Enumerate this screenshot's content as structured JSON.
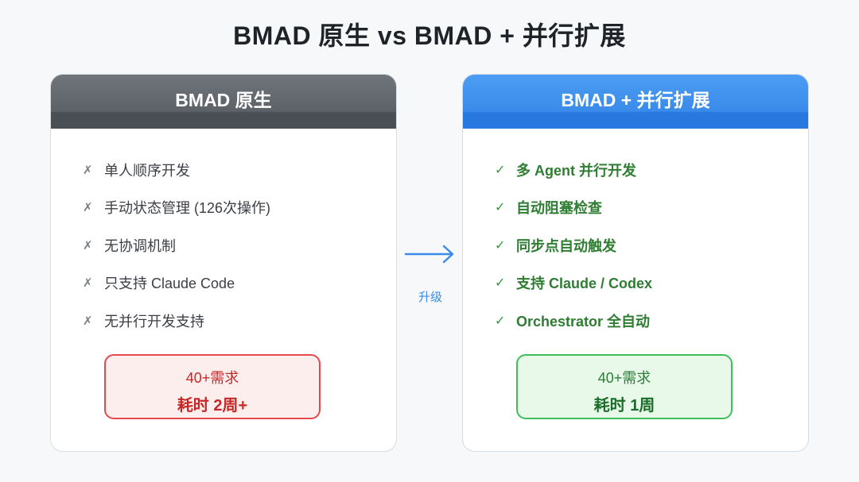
{
  "title": "BMAD 原生 vs BMAD + 并行扩展",
  "left_card": {
    "header": "BMAD 原生",
    "mark_icon": "cross-mark-icon",
    "mark_glyph": "✗",
    "items": [
      "单人顺序开发",
      "手动状态管理 (126次操作)",
      "无协调机制",
      "只支持 Claude Code",
      "无并行开发支持"
    ],
    "summary": {
      "line1": "40+需求",
      "line2": "耗时 2周+"
    },
    "color": "#e5484d"
  },
  "right_card": {
    "header": "BMAD + 并行扩展",
    "mark_icon": "check-mark-icon",
    "mark_glyph": "✓",
    "items": [
      "多 Agent 并行开发",
      "自动阻塞检查",
      "同步点自动触发",
      "支持 Claude / Codex",
      "Orchestrator 全自动"
    ],
    "summary": {
      "line1": "40+需求",
      "line2": "耗时 1周"
    },
    "color": "#3cbf58"
  },
  "connector": {
    "icon": "right-arrow-icon",
    "label": "升级",
    "color": "#3a8bea"
  }
}
